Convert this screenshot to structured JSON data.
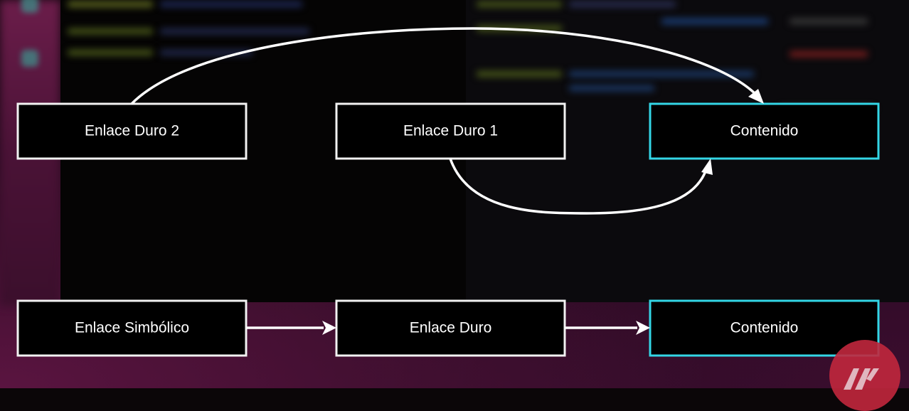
{
  "diagram": {
    "hard_link_example": {
      "hard_link_2": "Enlace Duro 2",
      "hard_link_1": "Enlace Duro 1",
      "content": "Contenido"
    },
    "symbolic_link_example": {
      "symbolic_link": "Enlace Simbólico",
      "hard_link": "Enlace Duro",
      "content": "Contenido"
    }
  },
  "colors": {
    "box_border": "#f2f2f2",
    "content_border": "#33d6e6",
    "arrow": "#ffffff",
    "text": "#ffffff"
  },
  "logo": {
    "icon": "brand-logo-icon"
  }
}
